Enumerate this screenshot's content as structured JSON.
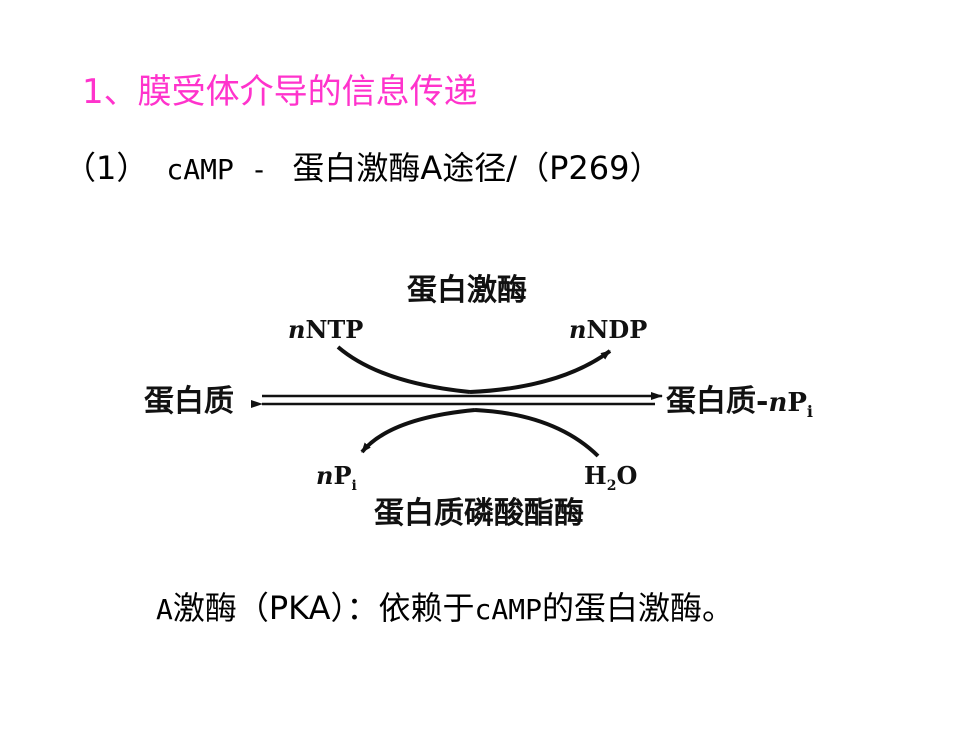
{
  "slide": {
    "heading": "1、膜受体介导的信息传递",
    "heading_color": "#ff33cc",
    "subheading": {
      "prefix": "（1）",
      "term": "cAMP - ",
      "rest": "蛋白激酶A途径/（P269）"
    },
    "caption": {
      "a": "A",
      "b": "激酶",
      "c": "（PKA）：",
      "d": "依赖于",
      "e": "cAMP",
      "f": "的蛋白激酶。"
    }
  },
  "diagram": {
    "enzyme_top": "蛋白激酶",
    "enzyme_bottom": "蛋白质磷酸酯酶",
    "substrate": "蛋白质",
    "product": "蛋白质-",
    "product_n": "n",
    "product_p": "P",
    "product_sub": "i",
    "ntp_n": "n",
    "ntp": "NTP",
    "ndp_n": "n",
    "ndp": "NDP",
    "pi_n": "n",
    "pi_p": "P",
    "pi_sub": "i",
    "water_h": "H",
    "water_sub": "2",
    "water_o": "O"
  }
}
